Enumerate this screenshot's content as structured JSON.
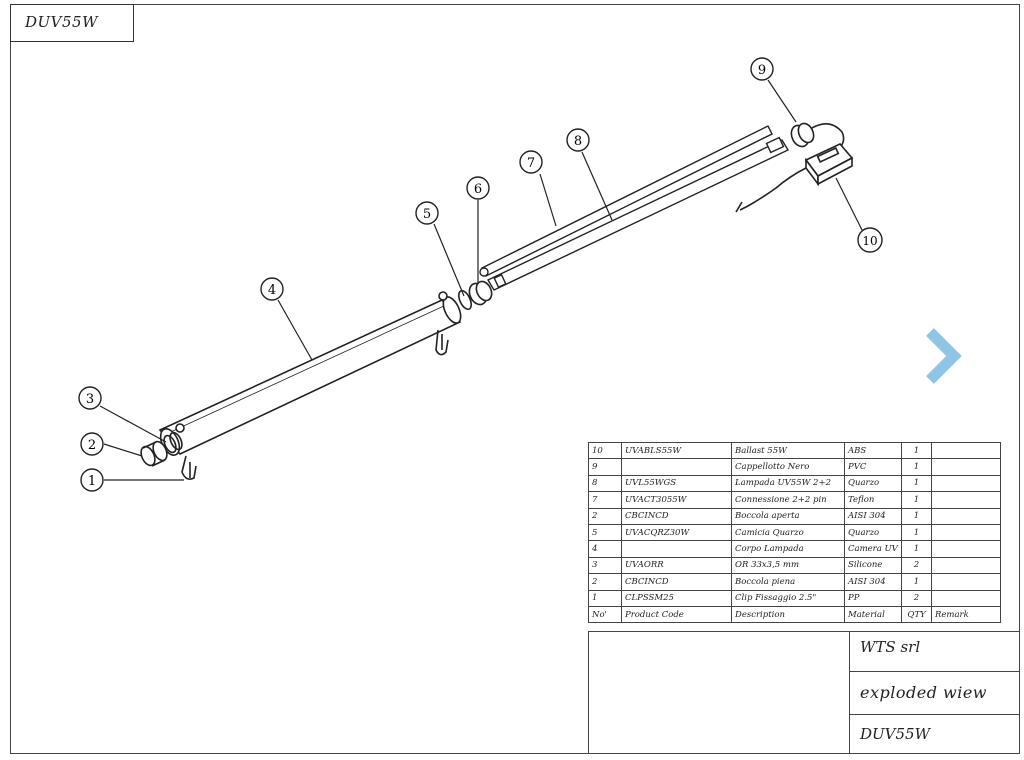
{
  "drawing": {
    "code": "DUV55W",
    "company": "WTS srl",
    "view_label": "exploded wiew",
    "code_bottom": "DUV55W",
    "nav_arrow": "chevron-right-icon",
    "accent_color": "#8ec5e6"
  },
  "balloons": [
    "1",
    "2",
    "3",
    "4",
    "5",
    "6",
    "7",
    "8",
    "9",
    "10"
  ],
  "bom": {
    "rows": [
      [
        "10",
        "UVABLS55W",
        "Ballast 55W",
        "ABS",
        "1",
        ""
      ],
      [
        "9",
        "",
        "Cappellotto Nero",
        "PVC",
        "1",
        ""
      ],
      [
        "8",
        "UVL55WGS",
        "Lampada UV55W 2+2",
        "Quarzo",
        "1",
        ""
      ],
      [
        "7",
        "UVACT3055W",
        "Connessione 2+2 pin",
        "Teflon",
        "1",
        ""
      ],
      [
        "2",
        "CBCINCD",
        "Boccola aperta",
        "AISI 304",
        "1",
        ""
      ],
      [
        "5",
        "UVACQRZ30W",
        "Camicia Quarzo",
        "Quarzo",
        "1",
        ""
      ],
      [
        "4",
        "",
        "Corpo Lampada",
        "Camera UV",
        "1",
        ""
      ],
      [
        "3",
        "UVAORR",
        "OR 33x3,5 mm",
        "Silicone",
        "2",
        ""
      ],
      [
        "2",
        "CBCINCD",
        "Boccola piena",
        "AISI 304",
        "1",
        ""
      ],
      [
        "1",
        "CLPSSM25",
        "Clip Fissaggio 2.5\"",
        "PP",
        "2",
        ""
      ]
    ],
    "headers": [
      "No'",
      "Product Code",
      "Description",
      "Material",
      "QTY",
      "Remark"
    ]
  }
}
